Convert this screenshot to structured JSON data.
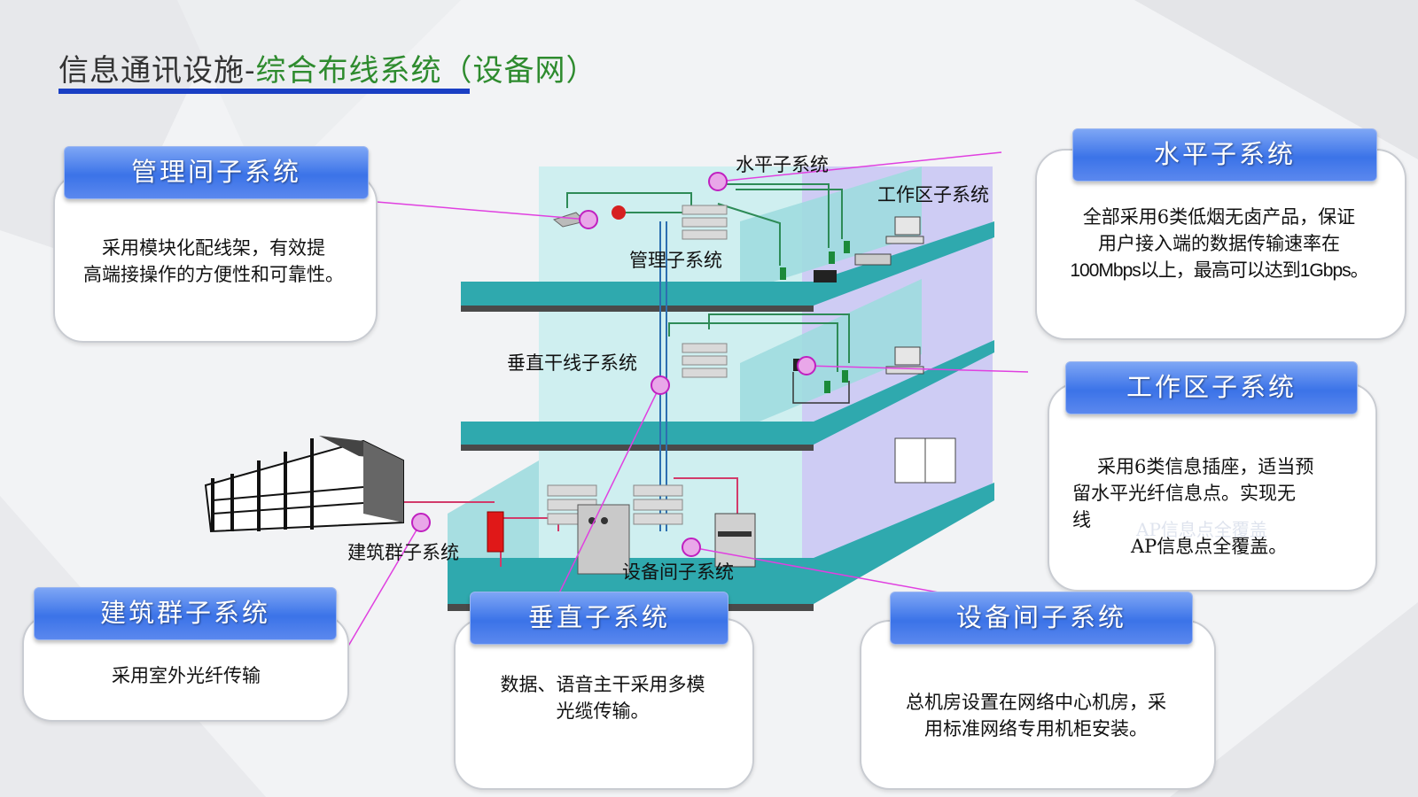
{
  "title": {
    "prefix": "信息通讯设施-",
    "main": "综合布线系统（设备网）"
  },
  "callouts": {
    "mgmt_room": {
      "header": "管理间子系统",
      "lines": [
        "采用模块化配线架，有效提",
        "高端接操作的方便性和可靠性。"
      ]
    },
    "horizontal": {
      "header": "水平子系统",
      "lines": [
        "全部采用6类低烟无卤产品，保证",
        "用户接入端的数据传输速率在",
        "100Mbps以上，最高可以达到1Gbps。"
      ]
    },
    "work_area": {
      "header": "工作区子系统",
      "lines": [
        "采用6类信息插座，适当预",
        "留水平光纤信息点。实现无",
        "线",
        "AP信息点全覆盖。"
      ],
      "ghost": "AP信息点全覆盖"
    },
    "campus": {
      "header": "建筑群子系统",
      "lines": [
        "采用室外光纤传输"
      ]
    },
    "vertical": {
      "header": "垂直子系统",
      "lines": [
        "数据、语音主干采用多模",
        "光缆传输。"
      ]
    },
    "equipment": {
      "header": "设备间子系统",
      "lines": [
        "总机房设置在网络中心机房，采",
        "用标准网络专用机柜安装。"
      ]
    }
  },
  "diagram_labels": {
    "horizontal": "水平子系统",
    "work_area": "工作区子系统",
    "admin": "管理子系统",
    "backbone": "垂直干线子系统",
    "campus": "建筑群子系统",
    "equipment": "设备间子系统"
  },
  "colors": {
    "floor": "#2fa9ae",
    "wall": "#a8dee0",
    "purple_wall": "#c8c4f3",
    "header_blue": "#3b73e8",
    "leader": "#e040e0",
    "title_bar": "#1a3fc4",
    "title_green": "#2e8b2e"
  }
}
